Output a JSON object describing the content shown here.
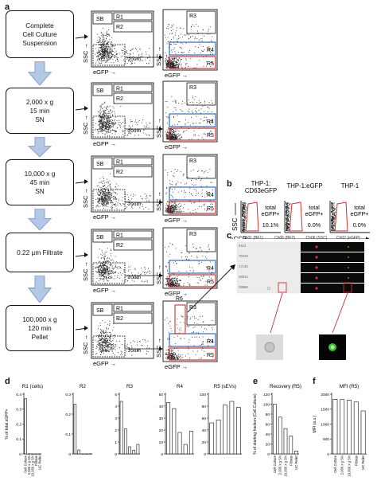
{
  "panel_labels": [
    "a",
    "b",
    "c",
    "d",
    "e",
    "f"
  ],
  "steps": [
    {
      "lines": [
        "Complete",
        "Cell Culture",
        "Suspension"
      ]
    },
    {
      "lines": [
        "2,000 x g",
        "15 min",
        "SN"
      ]
    },
    {
      "lines": [
        "10,000 x g",
        "45 min",
        "SN"
      ]
    },
    {
      "lines": [
        "0.22 µm Filtrate"
      ]
    },
    {
      "lines": [
        "100,000 x g",
        "120 min",
        "Pellet"
      ]
    }
  ],
  "scatter_labels": {
    "sb": "SB",
    "r1": "R1",
    "r2": "R2",
    "r3": "R3",
    "r4": "R4",
    "r5": "R5",
    "r6": "R6",
    "zoom": "zoom",
    "ssc": "SSC",
    "egfp": "eGFP"
  },
  "colors": {
    "blue_gate": "#2f6fc0",
    "red_gate": "#d03030",
    "arrow_fill": "#b3c7e6",
    "arrow_stroke": "#8aa3c8"
  },
  "panel_b": {
    "titles": [
      [
        "THP-1:",
        "CD63eGFP"
      ],
      [
        "THP-1:eGFP"
      ],
      [
        "THP-1"
      ]
    ],
    "gate_label": [
      "total",
      "eGFP+"
    ],
    "percents": [
      "10.1%",
      "0.0%",
      "0.0%"
    ],
    "ssc": "SSC",
    "egfp": "eGFP"
  },
  "panel_c": {
    "channels": [
      "Ch01 (BF1)",
      "Ch06 (BF2)",
      "Ch06 (SSC)",
      "Ch02 (eGFP)"
    ],
    "row_ids": [
      "5412",
      "76243",
      "17136",
      "28014",
      "28886"
    ]
  },
  "chart_data": [
    {
      "type": "bar",
      "title": "R1 (cells)",
      "ylabel": "% of total eGFP+",
      "categories": [
        "Cell Culture",
        "2,000 x g SN",
        "10,000 x g SN",
        "Filtrate",
        "UC Pellet"
      ],
      "values": [
        0.37,
        0,
        0,
        0,
        0
      ],
      "ylim": [
        0,
        0.4
      ],
      "yticks": [
        0,
        0.1,
        0.2,
        0.3,
        0.4
      ]
    },
    {
      "type": "bar",
      "title": "R2",
      "categories": [
        "Cell Culture",
        "2,000 x g SN",
        "10,000 x g SN",
        "Filtrate",
        "UC Pellet"
      ],
      "values": [
        0.25,
        0.02,
        0,
        0,
        0
      ],
      "ylim": [
        0,
        0.3
      ],
      "yticks": [
        0,
        0.1,
        0.2,
        0.3
      ]
    },
    {
      "type": "bar",
      "title": "R3",
      "categories": [
        "Cell Culture",
        "2,000 x g SN",
        "10,000 x g SN",
        "Filtrate",
        "UC Pellet"
      ],
      "values": [
        4.4,
        2.1,
        0.6,
        0.3,
        0.8
      ],
      "ylim": [
        0,
        5
      ],
      "yticks": [
        0,
        1,
        2,
        3,
        4,
        5
      ]
    },
    {
      "type": "bar",
      "title": "R4",
      "categories": [
        "Cell Culture",
        "2,000 x g SN",
        "10,000 x g SN",
        "Filtrate",
        "UC Pellet"
      ],
      "values": [
        43,
        38,
        18,
        8,
        19
      ],
      "ylim": [
        0,
        50
      ],
      "yticks": [
        0,
        10,
        20,
        30,
        40,
        50
      ]
    },
    {
      "type": "bar",
      "title": "R5 (sEVs)",
      "categories": [
        "Cell Culture",
        "2,000 x g SN",
        "10,000 x g SN",
        "Filtrate",
        "UC Pellet"
      ],
      "values": [
        52,
        57,
        82,
        88,
        78
      ],
      "ylim": [
        0,
        100
      ],
      "yticks": [
        0,
        20,
        40,
        60,
        80,
        100
      ]
    },
    {
      "type": "bar",
      "title": "Recovery (R5)",
      "ylabel": "% of starting fraction (Cell Culture)",
      "categories": [
        "Cell Culture",
        "2,000 x g SN",
        "10,000 x g SN",
        "Filtrate",
        "UC Pellet"
      ],
      "values": [
        100,
        74,
        51,
        36,
        6
      ],
      "ylim": [
        0,
        120
      ],
      "yticks": [
        0,
        20,
        40,
        60,
        80,
        100,
        120
      ]
    },
    {
      "type": "bar",
      "title": "MFI (R5)",
      "ylabel": "MFI (a.u.)",
      "categories": [
        "Cell Culture",
        "2,000 x g SN",
        "10,000 x g SN",
        "Filtrate",
        "UC Pellet"
      ],
      "values": [
        1830,
        1820,
        1800,
        1740,
        1440
      ],
      "ylim": [
        0,
        2000
      ],
      "yticks": [
        0,
        500,
        1000,
        1500,
        2000
      ]
    }
  ]
}
